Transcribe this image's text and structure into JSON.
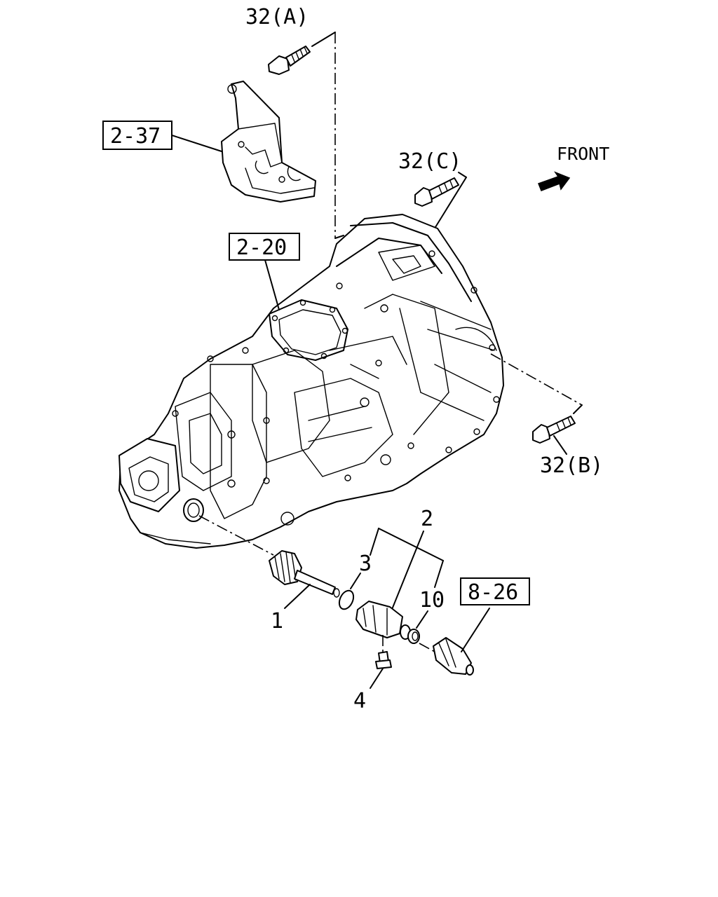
{
  "callouts": {
    "bolt_a": "32(A)",
    "bolt_b": "32(B)",
    "bolt_c": "32(C)",
    "front": "FRONT",
    "part_1": "1",
    "part_2": "2",
    "part_3": "3",
    "part_4": "4",
    "part_10": "10"
  },
  "reference_boxes": {
    "bracket_ref": "2-37",
    "case_ref": "2-20",
    "sensor_ref": "8-26"
  }
}
